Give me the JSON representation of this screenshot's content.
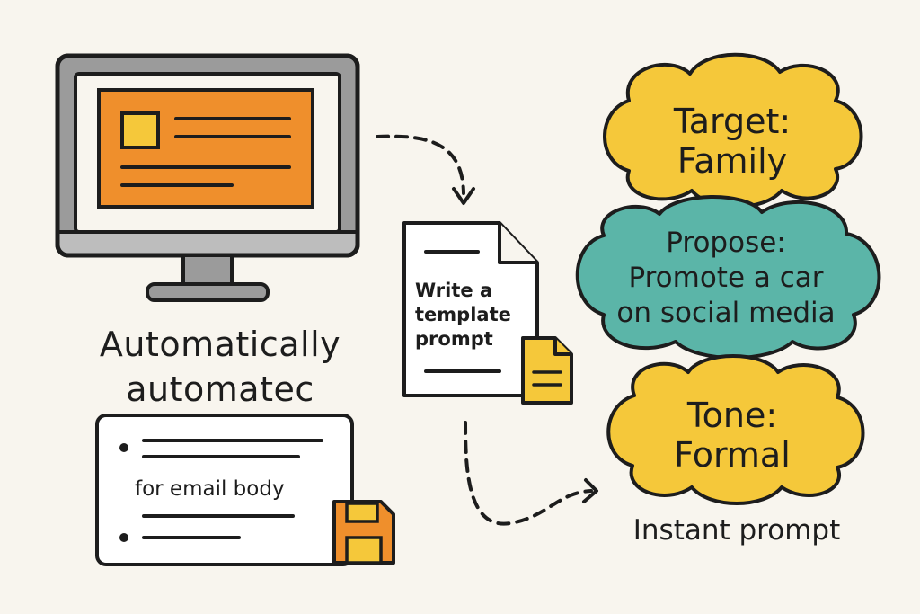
{
  "monitor": {
    "caption_line1": "Automatically",
    "caption_line2": "automatec"
  },
  "template_doc": {
    "line1": "Write a",
    "line2": "template",
    "line3": "prompt"
  },
  "email_card": {
    "text": "for email body"
  },
  "clouds": [
    {
      "line1": "Target:",
      "line2": "Family",
      "color": "#f5c83a"
    },
    {
      "line1": "Propose:",
      "line2": "Promote a car",
      "line3": "on social media",
      "color": "#5bb5a8"
    },
    {
      "line1": "Tone:",
      "line2": "Formal",
      "color": "#f5c83a"
    }
  ],
  "instant_label": "Instant prompt",
  "colors": {
    "orange": "#ef8f2c",
    "yellow": "#f5c83a",
    "teal": "#5bb5a8",
    "gray": "#9b9b9b",
    "ink": "#1d1d1d"
  }
}
